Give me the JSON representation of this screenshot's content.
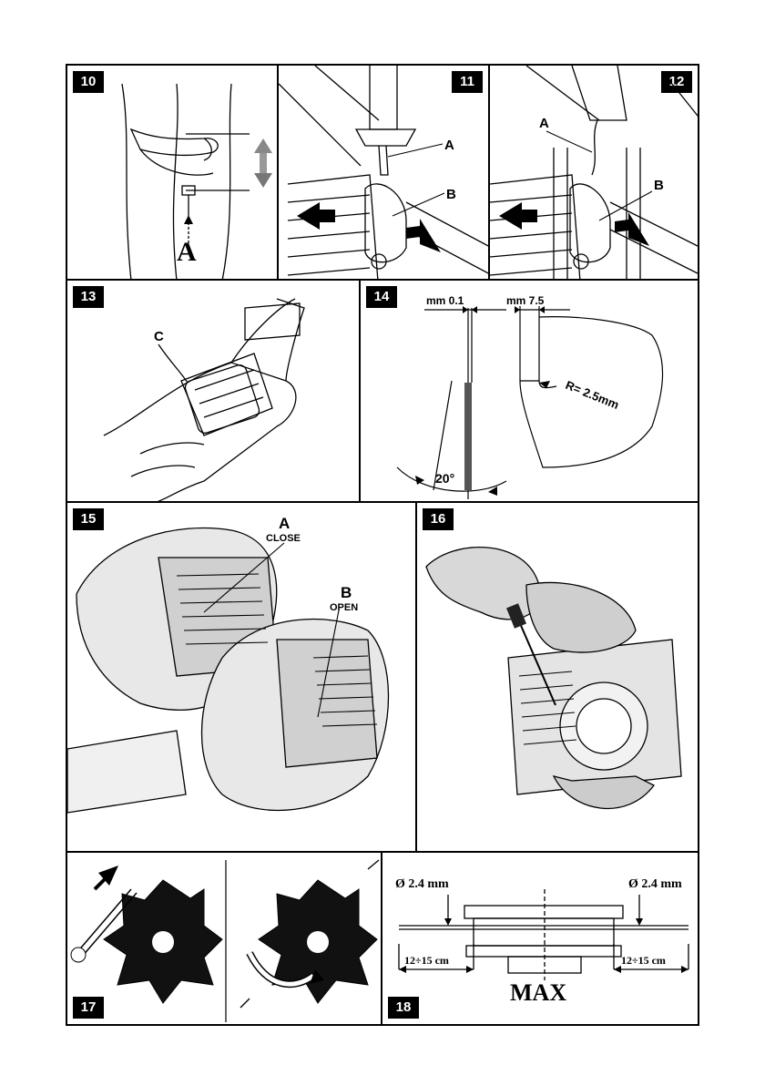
{
  "figures": [
    {
      "number": "10",
      "labels": {
        "a": "A"
      }
    },
    {
      "number": "11",
      "labels": {
        "a": "A",
        "b": "B"
      }
    },
    {
      "number": "12",
      "labels": {
        "a": "A",
        "b": "B"
      }
    },
    {
      "number": "13",
      "labels": {
        "c": "C"
      }
    },
    {
      "number": "14",
      "labels": {
        "dim_left": "mm 0.1",
        "dim_right": "mm 7.5",
        "radius": "R= 2.5mm",
        "angle": "20°"
      }
    },
    {
      "number": "15",
      "labels": {
        "a": "A",
        "a_state": "CLOSE",
        "b": "B",
        "b_state": "OPEN"
      }
    },
    {
      "number": "16",
      "labels": {}
    },
    {
      "number": "17",
      "labels": {}
    },
    {
      "number": "18",
      "labels": {
        "diam_left": "Ø 2.4 mm",
        "diam_right": "Ø 2.4 mm",
        "len_left": "12÷15 cm",
        "len_right": "12÷15 cm",
        "max": "MAX"
      }
    }
  ]
}
